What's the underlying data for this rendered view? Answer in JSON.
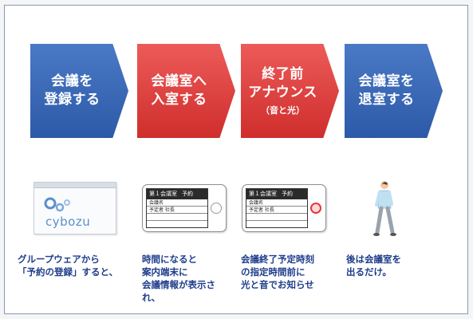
{
  "steps": [
    {
      "line1": "会議を",
      "line2": "登録する",
      "sub": "",
      "color": "#3a69b8"
    },
    {
      "line1": "会議室へ",
      "line2": "入室する",
      "sub": "",
      "color": "#df3f3d"
    },
    {
      "line1": "終了前",
      "line2": "アナウンス",
      "sub": "（音と光）",
      "color": "#df3f3d"
    },
    {
      "line1": "会議室を",
      "line2": "退室する",
      "sub": "",
      "color": "#3a69b8"
    }
  ],
  "illustrations": {
    "browser_brand": "cybozu",
    "tablet_header": [
      "第１会議室",
      "予約"
    ],
    "tablet_rows": [
      "会議名",
      "予定者 社長",
      ""
    ]
  },
  "captions": [
    "グループウェアから\n「予約の登録」すると、",
    "時間になると\n案内端末に\n会議情報が表示され、",
    "会議終了予定時刻\nの指定時間前に\n光と音でお知らせ",
    "後は会議室を\n出るだけ。"
  ]
}
